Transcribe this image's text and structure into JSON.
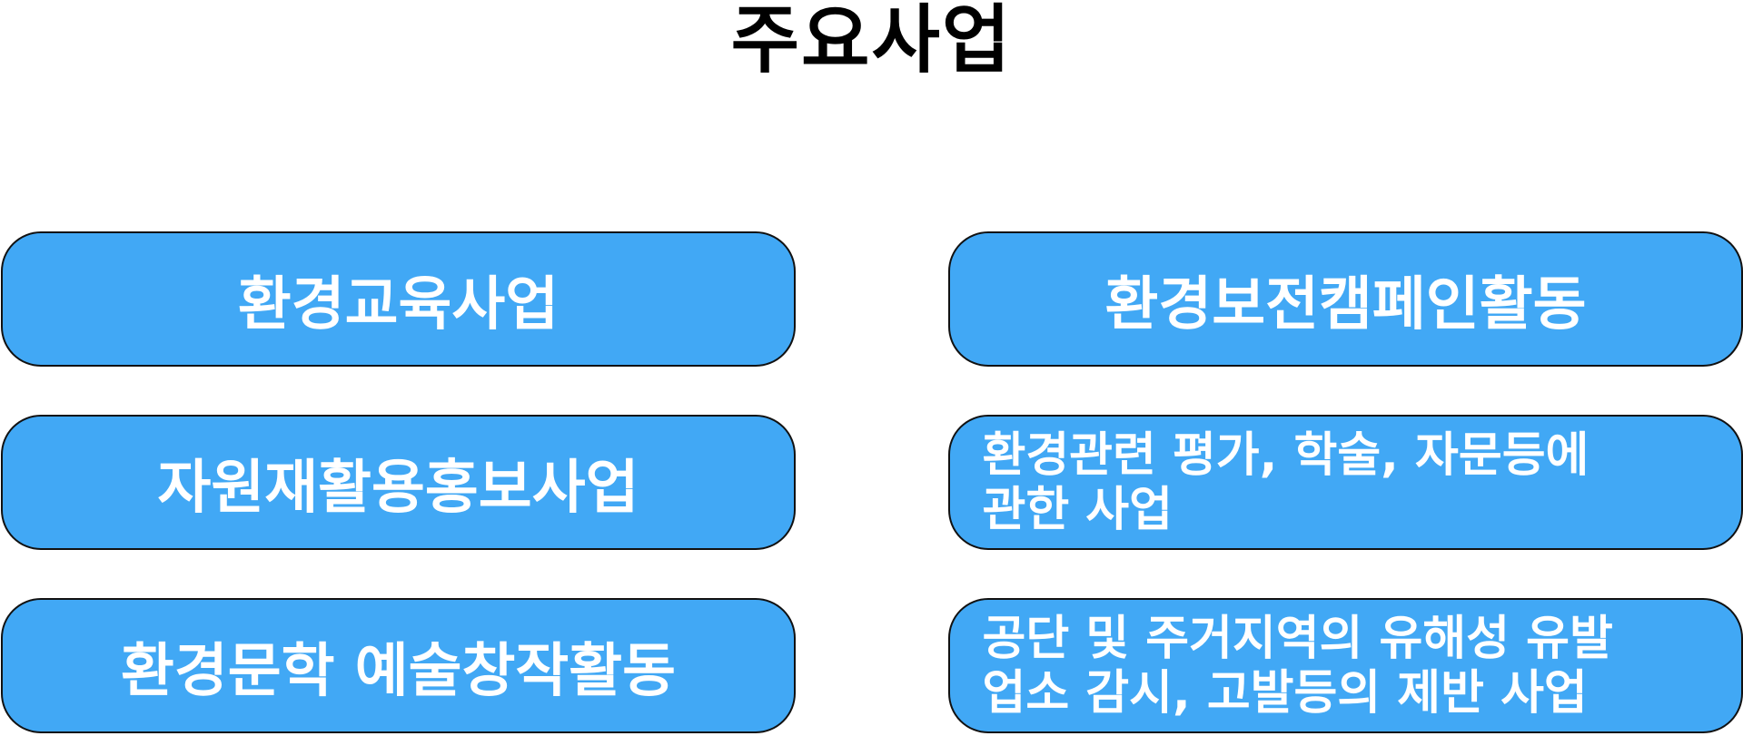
{
  "title": "주요사업",
  "boxes": {
    "left": [
      "환경교육사업",
      "자원재활용홍보사업",
      "환경문학 예술창작활동"
    ],
    "right": [
      {
        "lines": [
          "환경보전캠페인활동"
        ]
      },
      {
        "lines": [
          "환경관련 평가, 학술, 자문등에",
          "관한 사업"
        ]
      },
      {
        "lines": [
          "공단 및 주거지역의 유해성 유발",
          "업소 감시, 고발등의 제반 사업"
        ]
      }
    ]
  },
  "colors": {
    "box_fill": "#41a8f5",
    "box_border": "#111111",
    "box_text": "#ffffff",
    "title_text": "#000000"
  }
}
